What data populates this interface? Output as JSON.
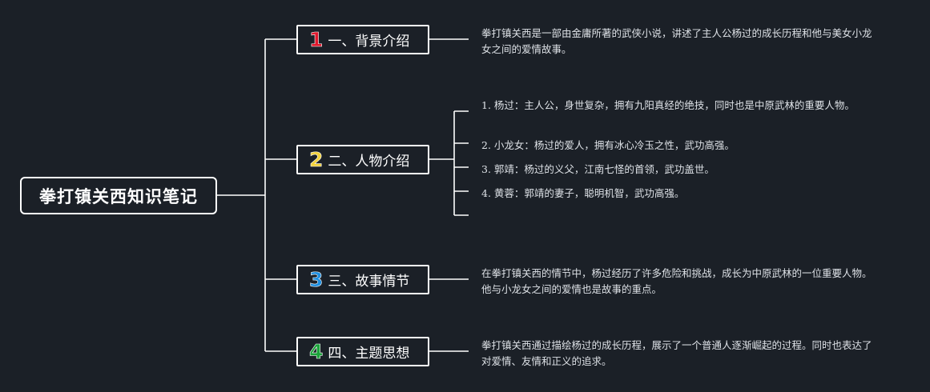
{
  "root": {
    "label": "拳打镇关西知识笔记"
  },
  "branches": [
    {
      "number": "1",
      "number_color": "#e0182d",
      "label": "一、背景介绍",
      "notes": [
        "拳打镇关西是一部由金庸所著的武侠小说，讲述了主人公杨过的成长历程和他与美女小龙女之间的爱情故事。"
      ]
    },
    {
      "number": "2",
      "number_color": "#f2d23c",
      "label": "二、人物介绍",
      "notes": [
        "1. 杨过：主人公，身世复杂，拥有九阳真经的绝技，同时也是中原武林的重要人物。",
        "2. 小龙女：杨过的爱人，拥有冰心冷玉之性，武功高强。",
        "3. 郭靖：杨过的义父，江南七怪的首领，武功盖世。",
        "4. 黄蓉：郭靖的妻子，聪明机智，武功高强。",
        ""
      ]
    },
    {
      "number": "3",
      "number_color": "#1f8fe0",
      "label": "三、故事情节",
      "notes": [
        "在拳打镇关西的情节中，杨过经历了许多危险和挑战，成长为中原武林的一位重要人物。他与小龙女之间的爱情也是故事的重点。"
      ]
    },
    {
      "number": "4",
      "number_color": "#1aa33a",
      "label": "四、主题思想",
      "notes": [
        "拳打镇关西通过描绘杨过的成长历程，展示了一个普通人逐渐崛起的过程。同时也表达了对爱情、友情和正义的追求。"
      ]
    }
  ]
}
